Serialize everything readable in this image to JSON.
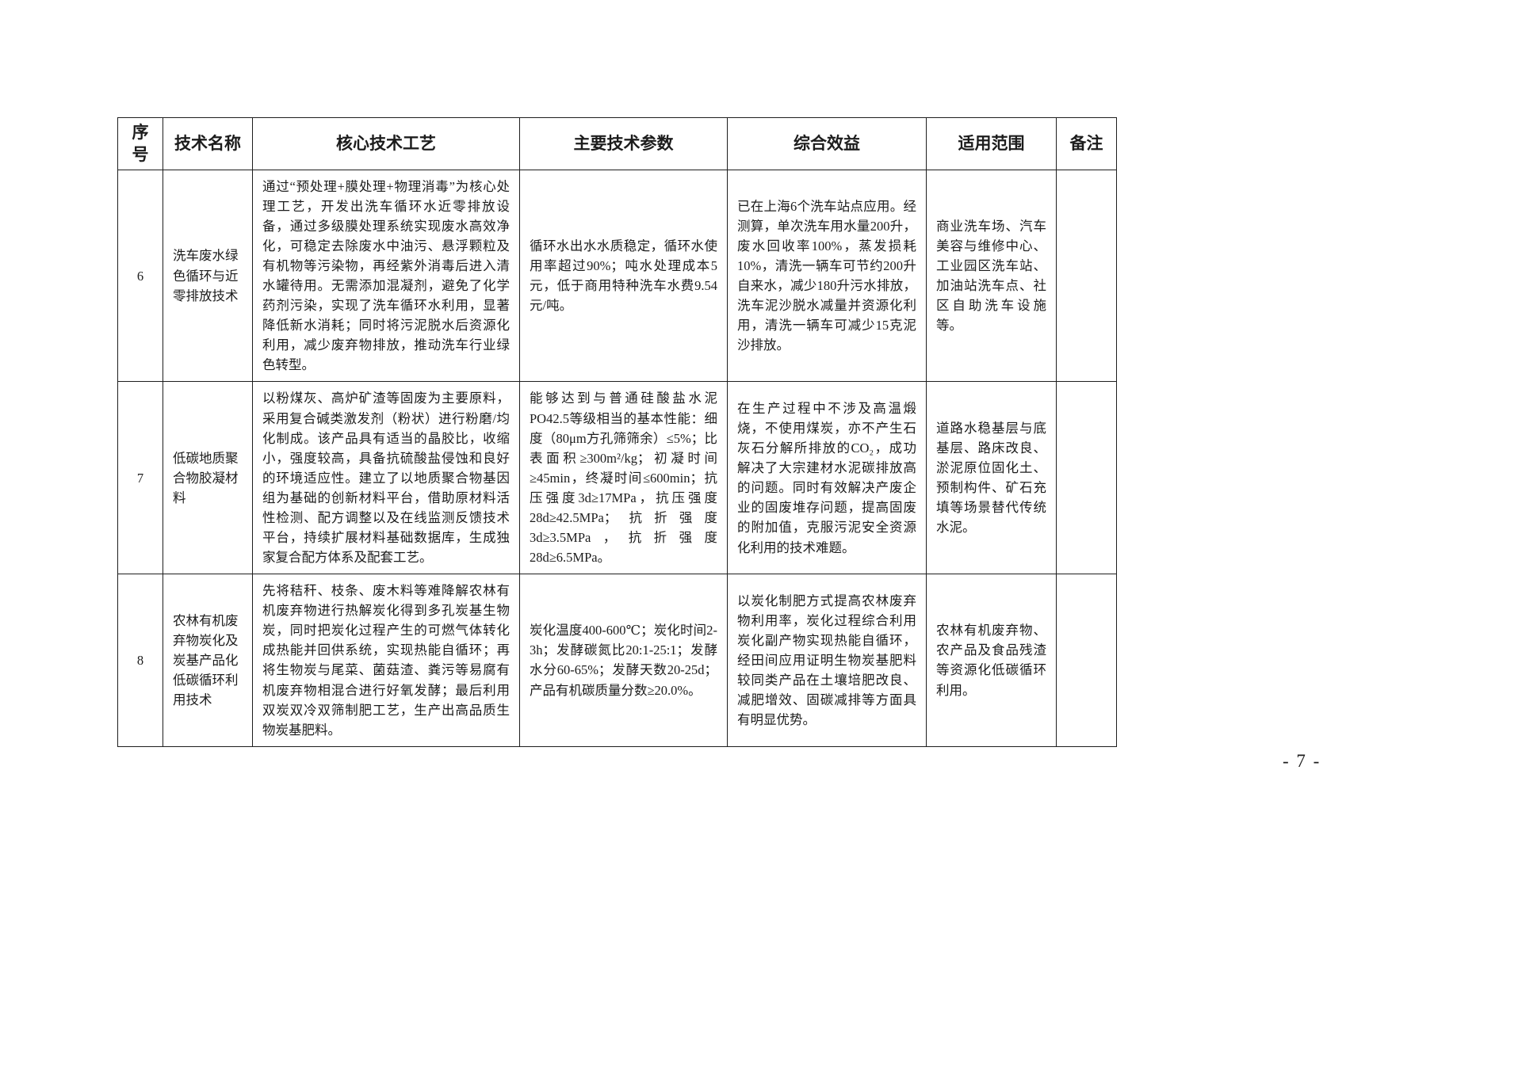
{
  "page": {
    "number": "- 7 -"
  },
  "table": {
    "headers": {
      "index": "序\n号",
      "name": "技术名称",
      "process": "核心技术工艺",
      "params": "主要技术参数",
      "benefits": "综合效益",
      "scope": "适用范围",
      "note": "备注"
    },
    "rows": [
      {
        "id": "6",
        "name": "洗车废水绿色循环与近零排放技术",
        "process": "通过“预处理+膜处理+物理消毒”为核心处理工艺，开发出洗车循环水近零排放设备，通过多级膜处理系统实现废水高效净化，可稳定去除废水中油污、悬浮颗粒及有机物等污染物，再经紫外消毒后进入清水罐待用。无需添加混凝剂，避免了化学药剂污染，实现了洗车循环水利用，显著降低新水消耗；同时将污泥脱水后资源化利用，减少废弃物排放，推动洗车行业绿色转型。",
        "params": "循环水出水水质稳定，循环水使用率超过90%；吨水处理成本5元，低于商用特种洗车水费9.54元/吨。",
        "benefits": "已在上海6个洗车站点应用。经测算，单次洗车用水量200升，废水回收率100%，蒸发损耗10%，清洗一辆车可节约200升自来水，减少180升污水排放，洗车泥沙脱水减量并资源化利用，清洗一辆车可减少15克泥沙排放。",
        "scope": "商业洗车场、汽车美容与维修中心、工业园区洗车站、加油站洗车点、社区自助洗车设施等。",
        "note": ""
      },
      {
        "id": "7",
        "name": "低碳地质聚合物胶凝材料",
        "process": "以粉煤灰、高炉矿渣等固废为主要原料，采用复合碱类激发剂（粉状）进行粉磨/均化制成。该产品具有适当的晶胶比，收缩小，强度较高，具备抗硫酸盐侵蚀和良好的环境适应性。建立了以地质聚合物基因组为基础的创新材料平台，借助原材料活性检测、配方调整以及在线监测反馈技术平台，持续扩展材料基础数据库，生成独家复合配方体系及配套工艺。",
        "params": "能够达到与普通硅酸盐水泥PO42.5等级相当的基本性能：细度（80μm方孔筛筛余）≤5%；比表面积≥300m²/kg；初凝时间≥45min，终凝时间≤600min；抗压强度3d≥17MPa，抗压强度28d≥42.5MPa；抗折强度3d≥3.5MPa，抗折强度28d≥6.5MPa。",
        "benefits": "在生产过程中不涉及高温煅烧，不使用煤炭，亦不产生石灰石分解所排放的CO₂，成功解决了大宗建材水泥碳排放高的问题。同时有效解决产废企业的固废堆存问题，提高固废的附加值，克服污泥安全资源化利用的技术难题。",
        "scope": "道路水稳基层与底基层、路床改良、淤泥原位固化土、预制构件、矿石充填等场景替代传统水泥。",
        "note": ""
      },
      {
        "id": "8",
        "name": "农林有机废弃物炭化及炭基产品化低碳循环利用技术",
        "process": "先将秸秆、枝条、废木料等难降解农林有机废弃物进行热解炭化得到多孔炭基生物炭，同时把炭化过程产生的可燃气体转化成热能并回供系统，实现热能自循环；再将生物炭与尾菜、菌菇渣、粪污等易腐有机废弃物相混合进行好氧发酵；最后利用双炭双冷双筛制肥工艺，生产出高品质生物炭基肥料。",
        "params": "炭化温度400-600℃；炭化时间2-3h；发酵碳氮比20:1-25:1；发酵水分60-65%；发酵天数20-25d；产品有机碳质量分数≥20.0%。",
        "benefits": "以炭化制肥方式提高农林废弃物利用率，炭化过程综合利用炭化副产物实现热能自循环，经田间应用证明生物炭基肥料较同类产品在土壤培肥改良、减肥增效、固碳减排等方面具有明显优势。",
        "scope": "农林有机废弃物、农产品及食品残渣等资源化低碳循环利用。",
        "note": ""
      }
    ]
  }
}
